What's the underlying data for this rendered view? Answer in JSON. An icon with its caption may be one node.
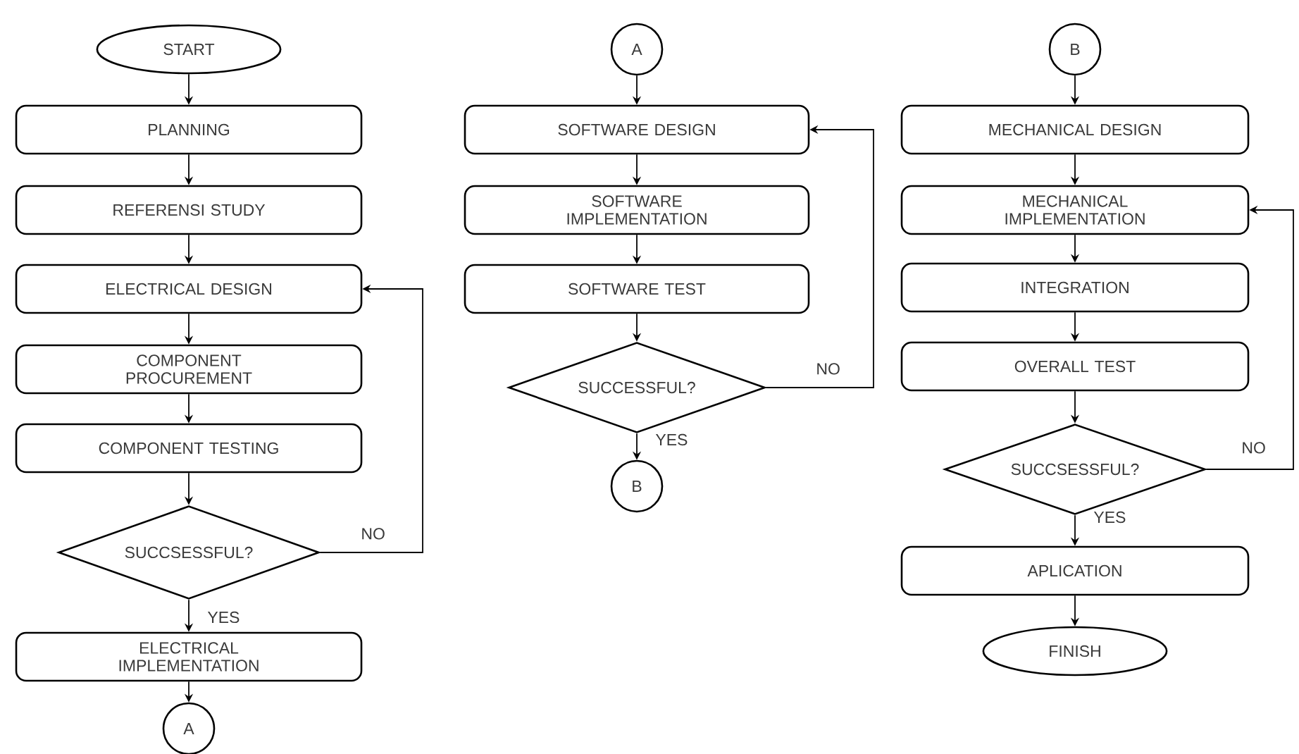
{
  "diagram": {
    "nodes": [
      {
        "text": [
          "START"
        ]
      },
      {
        "text": [
          "PLANNING"
        ]
      },
      {
        "text": [
          "REFERENSI STUDY"
        ]
      },
      {
        "text": [
          "ELECTRICAL DESIGN"
        ]
      },
      {
        "text": [
          "COMPONENT PROCUREMENT"
        ]
      },
      {
        "text": [
          "COMPONENT TESTING"
        ]
      },
      {
        "text": [
          "SUCCSESSFUL?"
        ]
      },
      {
        "text": [
          "ELECTRICAL IMPLEMENTATION"
        ]
      },
      {
        "text": [
          "A"
        ]
      },
      {
        "text": [
          "A"
        ]
      },
      {
        "text": [
          "SOFTWARE DESIGN"
        ]
      },
      {
        "text": [
          "SOFTWARE IMPLEMENTATION"
        ]
      },
      {
        "text": [
          "SOFTWARE TEST"
        ]
      },
      {
        "text": [
          "SUCCESSFUL?"
        ]
      },
      {
        "text": [
          "B"
        ]
      },
      {
        "text": [
          "B"
        ]
      },
      {
        "text": [
          "MECHANICAL DESIGN"
        ]
      },
      {
        "text": [
          "MECHANICAL IMPLEMENTATION"
        ]
      },
      {
        "text": [
          "INTEGRATION"
        ]
      },
      {
        "text": [
          "OVERALL TEST"
        ]
      },
      {
        "text": [
          "SUCCSESSFUL?"
        ]
      },
      {
        "text": [
          "APLICATION"
        ]
      },
      {
        "text": [
          "FINISH"
        ]
      }
    ],
    "edges": [
      {
        "from": 0,
        "to": 1,
        "arrow": "to"
      },
      {
        "from": 1,
        "to": 2,
        "arrow": "to"
      },
      {
        "from": 2,
        "to": 3,
        "arrow": "to"
      },
      {
        "from": 3,
        "to": 4,
        "arrow": "to"
      },
      {
        "from": 4,
        "to": 5,
        "arrow": "to"
      },
      {
        "from": 5,
        "to": 6,
        "arrow": "to"
      },
      {
        "from": 6,
        "to": 7,
        "arrow": "to",
        "label": "YES"
      },
      {
        "from": 7,
        "to": 8,
        "arrow": "to"
      },
      {
        "from": 6,
        "to": 3,
        "arrow": "to",
        "label": "NO"
      },
      {
        "from": 9,
        "to": 10,
        "arrow": "to"
      },
      {
        "from": 10,
        "to": 11,
        "arrow": "to"
      },
      {
        "from": 11,
        "to": 12,
        "arrow": "to"
      },
      {
        "from": 12,
        "to": 13,
        "arrow": "to"
      },
      {
        "from": 13,
        "to": 14,
        "arrow": "to",
        "label": "YES"
      },
      {
        "from": 13,
        "to": 10,
        "arrow": "to",
        "label": "NO"
      },
      {
        "from": 15,
        "to": 16,
        "arrow": "to"
      },
      {
        "from": 16,
        "to": 17,
        "arrow": "to"
      },
      {
        "from": 17,
        "to": 18,
        "arrow": "to"
      },
      {
        "from": 18,
        "to": 19,
        "arrow": "to"
      },
      {
        "from": 19,
        "to": 20,
        "arrow": "to"
      },
      {
        "from": 20,
        "to": 21,
        "arrow": "to",
        "label": "YES"
      },
      {
        "from": 21,
        "to": 22,
        "arrow": "to"
      },
      {
        "from": 20,
        "to": 17,
        "arrow": "to",
        "label": "NO"
      }
    ]
  }
}
